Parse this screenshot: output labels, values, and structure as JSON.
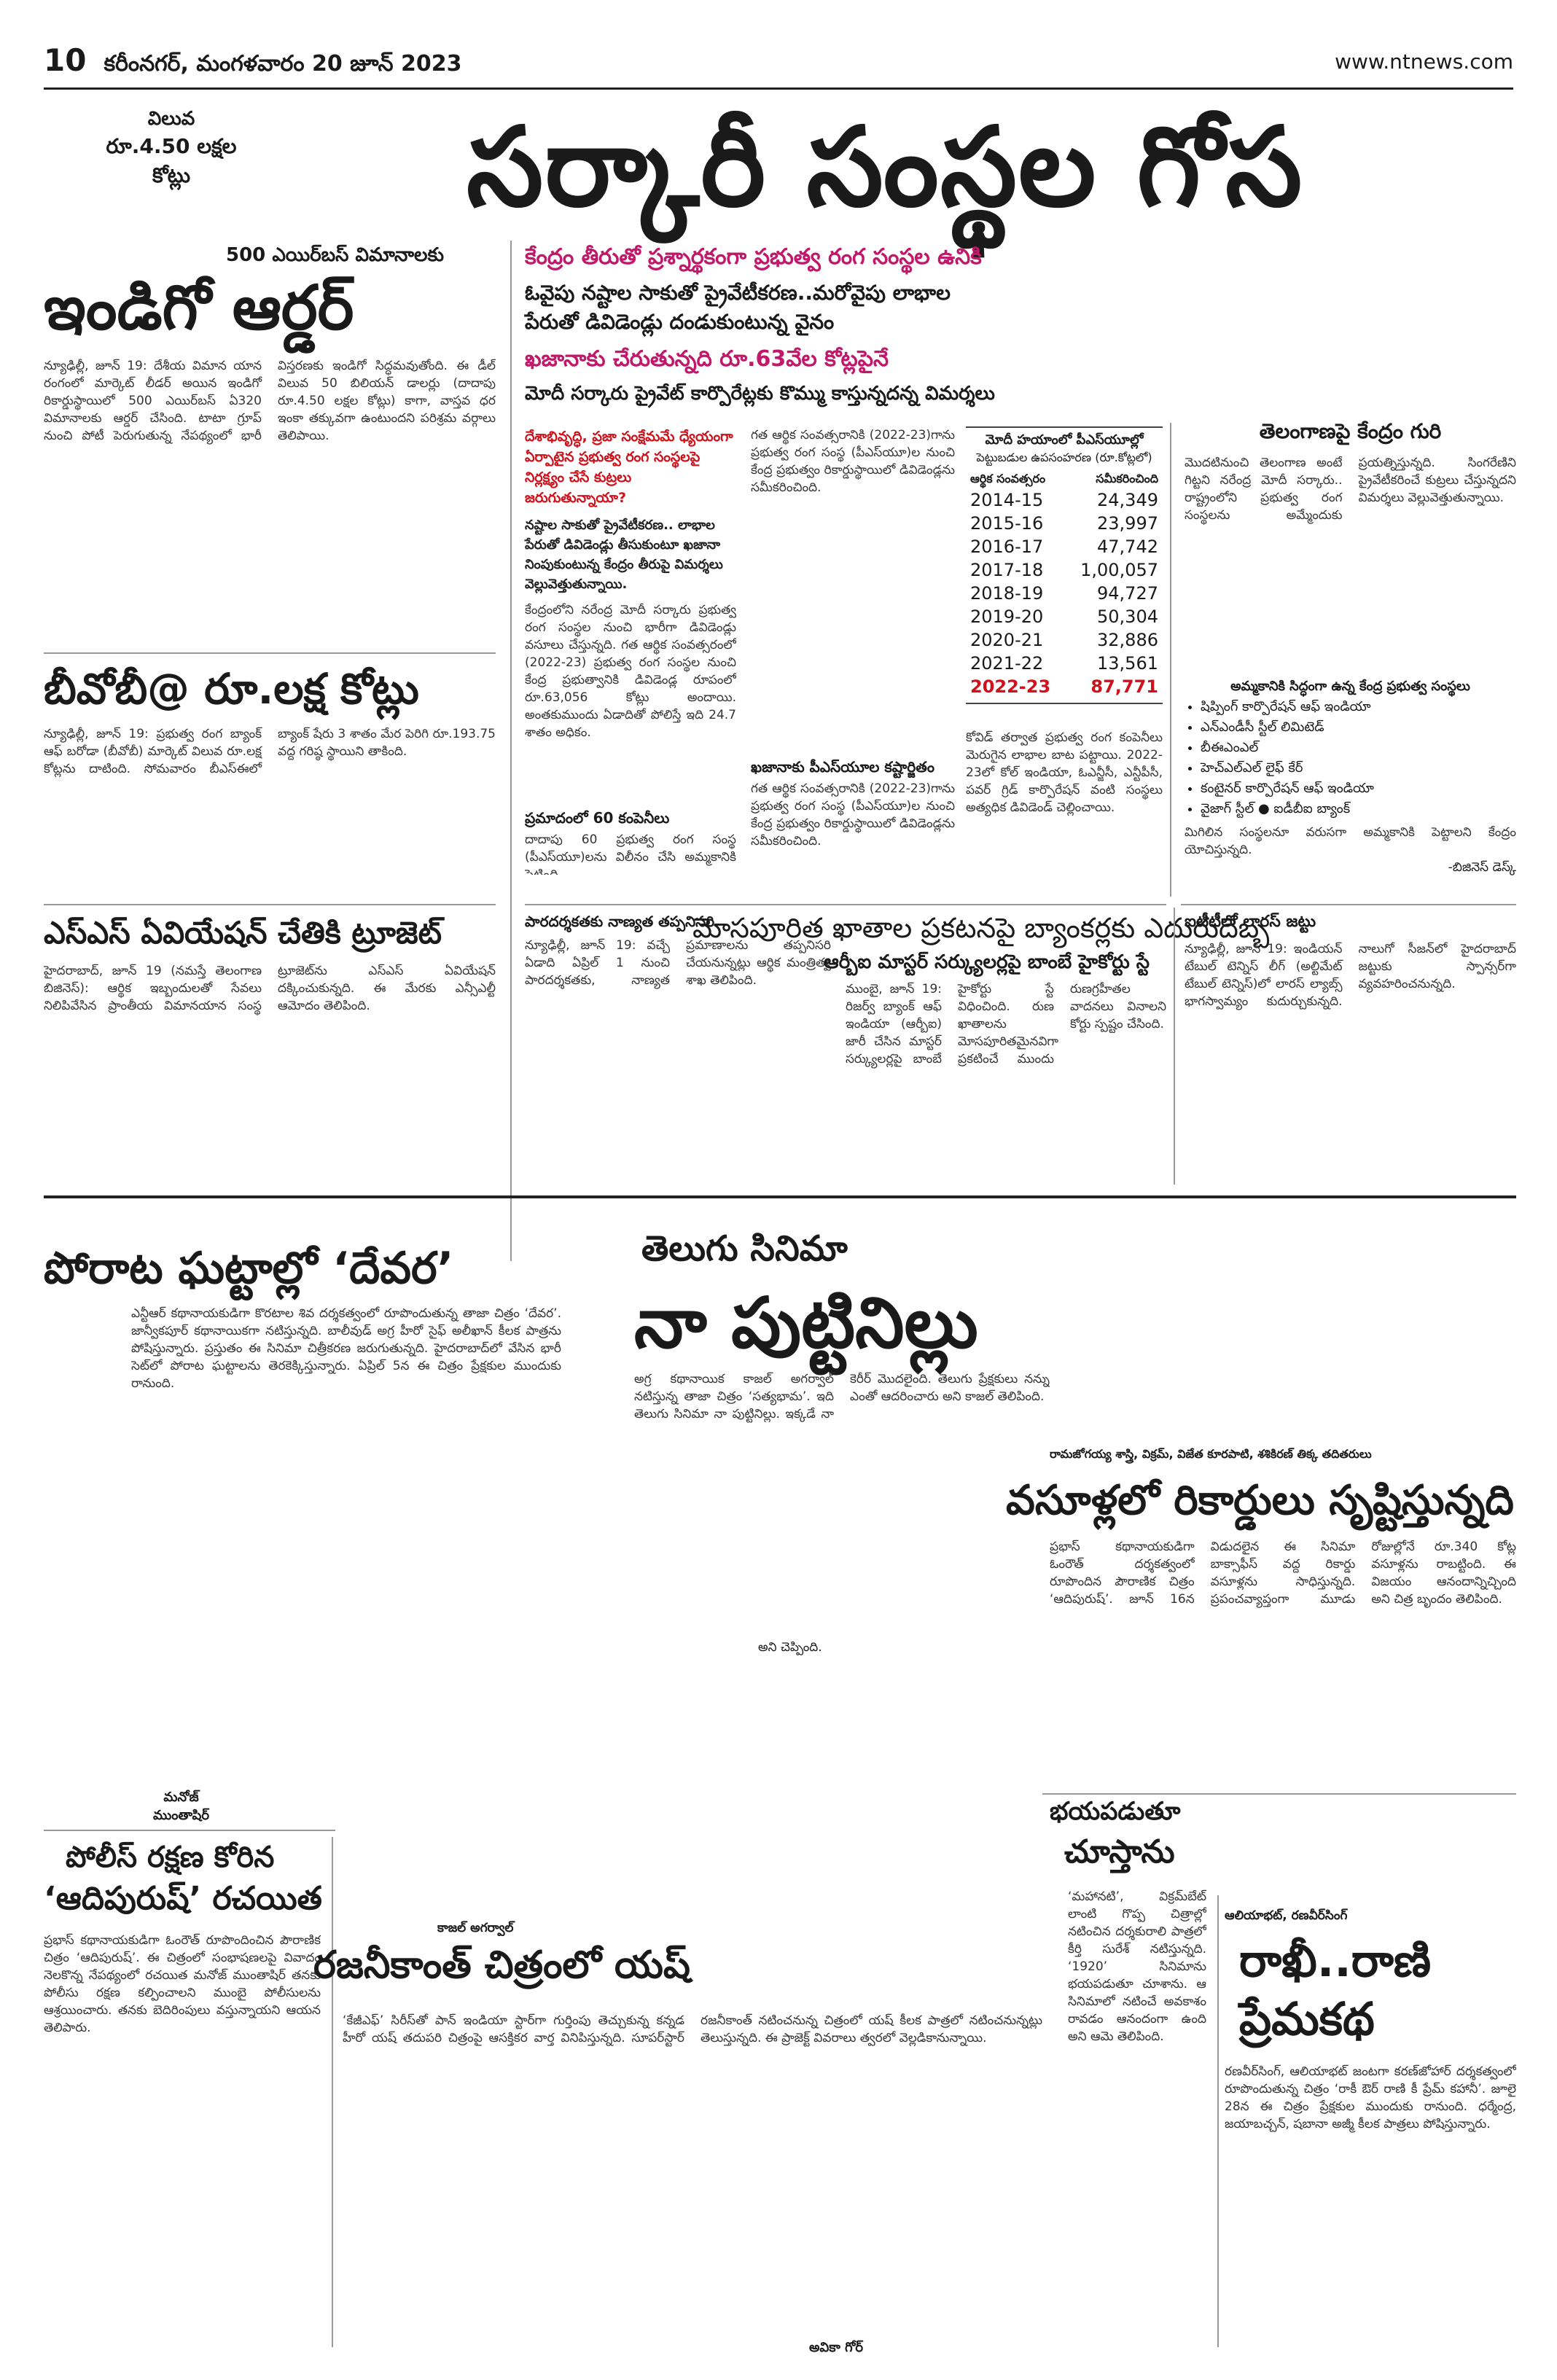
{
  "masthead": {
    "page_no": "10",
    "date_line": "కరీంనగర్, మంగళవారం 20 జూన్ 2023",
    "website": "www.ntnews.com"
  },
  "indigo": {
    "value_label": "విలువ",
    "value_amount": "రూ.4.50 లక్షల కోట్లు",
    "kicker": "500 ఎయిర్‌బస్ విమానాలకు",
    "headline": "ఇండిగో ఆర్డర్",
    "body": "న్యూఢిల్లీ, జూన్ 19: దేశీయ విమాన యాన రంగంలో మార్కెట్ లీడర్ అయిన ఇండిగో రికార్డుస్థాయిలో 500 ఎయిర్‌బస్ ఏ320 విమానాలకు ఆర్డర్ చేసింది. టాటా గ్రూప్ నుంచి పోటీ పెరుగుతున్న నేపథ్యంలో భారీ విస్తరణకు ఇండిగో సిద్ధమవుతోంది. ఈ డీల్‌ విలువ 50 బిలియన్ డాలర్లు (దాదాపు రూ.4.50 లక్షల కోట్లు) కాగా, వాస్తవ ధర ఇంకా తక్కువగా ఉంటుందని పరిశ్రమ వర్గాలు తెలిపాయి."
  },
  "main": {
    "headline": "సర్కారీ సంస్థల గోస",
    "subhead_magenta": "కేంద్రం తీరుతో ప్రశ్నార్థకంగా ప్రభుత్వ రంగ సంస్థల ఉనికి",
    "sub1": "ఓవైపు నష్టాల సాకుతో ప్రైవేటీకరణ..మరోవైపు లాభాల",
    "sub2": "పేరుతో డివిడెండ్లు దండుకుంటున్న వైనం",
    "sub3": "ఖజానాకు చేరుతున్నది రూ.63వేల కోట్లపైనే",
    "sub4": "మోదీ సర్కారు ప్రైవేట్ కార్పొరేట్లకు కొమ్ము కాస్తున్నదన్న విమర్శలు",
    "lead_red": "దేశాభివృద్ధి, ప్రజా సంక్షేమమే ధ్యేయంగా ఏర్పాటైన ప్రభుత్వ రంగ సంస్థలపై నిర్లక్ష్యం చేసే కుట్రలు జరుగుతున్నాయా?",
    "lead_body": "నష్టాల సాకుతో ప్రైవేటీకరణ.. లాభాల పేరుతో డివిడెండ్లు తీసుకుంటూ ఖజానా నింపుకుంటున్న కేంద్రం తీరుపై విమర్శలు వెల్లువెత్తుతున్నాయి.",
    "body": "కేంద్రంలోని నరేంద్ర మోదీ సర్కారు ప్రభుత్వ రంగ సంస్థల నుంచి భారీగా డివిడెండ్లు వసూలు చేస్తున్నది. గత ఆర్థిక సంవత్సరంలో (2022-23) ప్రభుత్వ రంగ సంస్థల నుంచి కేంద్ర ప్రభుత్వానికి డివిడెండ్ల రూపంలో రూ.63,056 కోట్లు అందాయి. అంతకుముందు ఏడాదితో పోలిస్తే ఇది 24.7 శాతం అధికం.",
    "box_60": "ప్రమాదంలో 60 కంపెనీలు",
    "box_60_body": "దాదాపు 60 ప్రభుత్వ రంగ సంస్థ (పీఎస్‌యూ)లను విలీనం చేసి అమ్మకానికి పెట్టింది.",
    "box_bottom": "ఖజానాకు పీఎస్‌యూల కష్టార్జితం",
    "box_bottom_body": "గత ఆర్థిక సంవత్సరానికి (2022-23)గాను ప్రభుత్వ రంగ సంస్థ (పీఎస్‌యూ)ల నుంచి కేంద్ర ప్రభుత్వం రికార్డుస్థాయిలో డివిడెండ్లను సమీకరించింది.",
    "table_title": "మోదీ హయాంలో పీఎస్‌యూల్లో",
    "table_title2": "పెట్టుబడుల ఉపసంహరణ (రూ.కోట్లలో)",
    "col1": "ఆర్థిక సంవత్సరం",
    "col2": "సమీకరించింది",
    "table": [
      {
        "year": "2014-15",
        "value": "24,349"
      },
      {
        "year": "2015-16",
        "value": "23,997"
      },
      {
        "year": "2016-17",
        "value": "47,742"
      },
      {
        "year": "2017-18",
        "value": "1,00,057"
      },
      {
        "year": "2018-19",
        "value": "94,727"
      },
      {
        "year": "2019-20",
        "value": "50,304"
      },
      {
        "year": "2020-21",
        "value": "32,886"
      },
      {
        "year": "2021-22",
        "value": "13,561"
      },
      {
        "year": "2022-23",
        "value": "87,771"
      }
    ],
    "col3_body": "కోవిడ్ తర్వాత ప్రభుత్వ రంగ కంపెనీలు మెరుగైన లాభాల బాట పట్టాయి. 2022-23లో కోల్ ఇండియా, ఓఎన్జీసీ, ఎన్టీపీసీ, పవర్ గ్రిడ్ కార్పొరేషన్ వంటి సంస్థలు అత్యధిక డివిడెండ్ చెల్లించాయి."
  },
  "telangana": {
    "headline": "తెలంగాణపై కేంద్రం గురి",
    "body": "మొదటినుంచి తెలంగాణ అంటే గిట్టని నరేంద్ర మోదీ సర్కారు.. రాష్ట్రంలోని ప్రభుత్వ రంగ సంస్థలను అమ్మేందుకు ప్రయత్నిస్తున్నది. సింగరేణిని ప్రైవేటీకరించే కుట్రలు చేస్తున్నదని విమర్శలు వెల్లువెత్తుతున్నాయి.",
    "list_title": "అమ్మకానికి సిద్ధంగా ఉన్న కేంద్ర ప్రభుత్వ సంస్థలు",
    "list": [
      "షిప్పింగ్ కార్పొరేషన్ ఆఫ్ ఇండియా",
      "ఎన్ఎండీసీ స్టీల్ లిమిటెడ్",
      "బీఈఎంఎల్",
      "హెచ్ఎల్ఎల్ లైఫ్ కేర్",
      "కంటైనర్ కార్పొరేషన్ ఆఫ్ ఇండియా",
      "వైజాగ్ స్టీల్ ● ఐడీబీఐ బ్యాంక్"
    ],
    "tail": "మిగిలిన సంస్థలనూ వరుసగా అమ్మకానికి పెట్టాలని కేంద్రం యోచిస్తున్నది.",
    "byline": "-బిజినెస్ డెస్క్"
  },
  "bob": {
    "headline": "బీవోబీ@ రూ.లక్ష కోట్లు",
    "body": "న్యూఢిల్లీ, జూన్ 19: ప్రభుత్వ రంగ బ్యాంక్ ఆఫ్ బరోడా (బీవోబీ) మార్కెట్ విలువ రూ.లక్ష కోట్లను దాటింది. సోమవారం బీఎస్ఈలో బ్యాంక్ షేరు 3 శాతం మేర పెరిగి రూ.193.75 వద్ద గరిష్ఠ స్థాయిని తాకింది."
  },
  "sns": {
    "headline": "ఎస్ఎస్ ఏవియేషన్ చేతికి ట్రూజెట్",
    "body": "హైదరాబాద్, జూన్ 19 (నమస్తే తెలంగాణ బిజినెస్): ఆర్థిక ఇబ్బందులతో సేవలు నిలిపివేసిన ప్రాంతీయ విమానయాన సంస్థ ట్రూజెట్‌ను ఎస్ఎస్ ఏవియేషన్ దక్కించుకున్నది. ఈ మేరకు ఎన్సీఎల్టీ ఆమోదం తెలిపింది."
  },
  "rbi": {
    "kicker": "పారదర్శకతకు నాణ్యత తప్పనిసరి",
    "body": "న్యూఢిల్లీ, జూన్ 19: వచ్చే ఏడాది ఏప్రిల్ 1 నుంచి పారదర్శకతకు, నాణ్యత ప్రమాణాలను తప్పనిసరి చేయనున్నట్లు ఆర్థిక మంత్రిత్వ శాఖ తెలిపింది.",
    "headline": "మోసపూరిత ఖాతాల ప్రకటనపై బ్యాంకర్లకు ఎదురుదెబ్బ",
    "subhead": "ఆర్బీఐ మాస్టర్ సర్క్యులర్లపై బాంబే హైకోర్టు స్టే",
    "body2": "ముంబై, జూన్ 19: రిజర్వ్ బ్యాంక్ ఆఫ్ ఇండియా (ఆర్బీఐ) జారీ చేసిన మాస్టర్ సర్క్యులర్లపై బాంబే హైకోర్టు స్టే విధించింది. రుణ ఖాతాలను మోసపూరితమైనవిగా ప్రకటించే ముందు రుణగ్రహీతల వాదనలు వినాలని కోర్టు స్పష్టం చేసింది."
  },
  "ipl": {
    "headline": "ఐటీటీలో లారస్ జట్టు",
    "body": "న్యూఢిల్లీ, జూన్ 19: ఇండియన్ టేబుల్ టెన్నిస్ లీగ్ (అల్టిమేట్ టేబుల్ టెన్నిస్)లో లారస్ ల్యాబ్స్ భాగస్వామ్యం కుదుర్చుకున్నది. నాలుగో సీజన్‌లో హైదరాబాద్ జట్టుకు స్పాన్సర్‌గా వ్యవహరించనున్నది."
  },
  "devara": {
    "headline": "పోరాట ఘట్టాల్లో ‘దేవర’",
    "body": "ఎన్టీఆర్ కథానాయకుడిగా కొరటాల శివ దర్శకత్వంలో రూపొందుతున్న తాజా చిత్రం ‘దేవర’. జాన్వీకపూర్ కథానాయికగా నటిస్తున్నది. బాలీవుడ్ అగ్ర హీరో సైఫ్ అలీఖాన్ కీలక పాత్రను పోషిస్తున్నారు. ప్రస్తుతం ఈ సినిమా చిత్రీకరణ జరుగుతున్నది. హైదరాబాద్‌లో వేసిన భారీ సెట్‌లో పోరాట ఘట్టాలను తెరకెక్కిస్తున్నారు. ఏప్రిల్ 5న ఈ చిత్రం ప్రేక్షకుల ముందుకు రానుంది."
  },
  "telugu_cinema": {
    "kicker": "తెలుగు సినిమా",
    "headline": "నా పుట్టినిల్లు",
    "body": "అగ్ర కథానాయిక కాజల్ అగర్వాల్ నటిస్తున్న తాజా చిత్రం ‘సత్యభామ’. ఇది తెలుగు సినిమా నా పుట్టినిల్లు. ఇక్కడే నా కెరీర్ మొదలైంది. తెలుగు ప్రేక్షకులు నన్ను ఎంతో ఆదరించారు అని కాజల్ తెలిపింది.",
    "byline": "అని చెప్పింది."
  },
  "collections": {
    "kicker": "రామజోగయ్య శాస్త్రి, విక్రమ్, విజేత కూరపాటి, శశికిరణ్ తిక్క తదితరులు",
    "headline": "వసూళ్లలో రికార్డులు సృష్టిస్తున్నది",
    "body": "ప్రభాస్ కథానాయకుడిగా ఓంరౌత్ దర్శకత్వంలో రూపొందిన పౌరాణిక చిత్రం ‘ఆదిపురుష్’. జూన్ 16న విడుదలైన ఈ సినిమా బాక్సాఫీస్ వద్ద రికార్డు వసూళ్లను సాధిస్తున్నది. ప్రపంచవ్యాప్తంగా మూడు రోజుల్లోనే రూ.340 కోట్ల వసూళ్లను రాబట్టింది. ఈ విజయం ఆనందాన్నిచ్చింది అని చిత్ర బృందం తెలిపింది."
  },
  "chusthanu": {
    "kicker": "భయపడుతూ",
    "headline": "చూస్తాను",
    "body": "‘మహానటి’, విక్రమ్‌బేట్ లాంటి గొప్ప చిత్రాల్లో నటించిన దర్శకురాలి పాత్రలో కీర్తి సురేశ్ నటిస్తున్నది. ‘1920’ సినిమాను భయపడుతూ చూశాను. ఆ సినిమాలో నటించే అవకాశం రావడం ఆనందంగా ఉంది అని ఆమె తెలిపింది.",
    "byline": "అవికా గోర్"
  },
  "police": {
    "byline1": "మనోజ్",
    "byline2": "ముంతాషిర్",
    "headline1": "పోలీస్ రక్షణ కోరిన",
    "headline2": "‘ఆదిపురుష్’ రచయిత",
    "body": "ప్రభాస్ కథానాయకుడిగా ఓంరౌత్ రూపొందించిన పౌరాణిక చిత్రం ‘ఆదిపురుష్’. ఈ చిత్రంలో సంభాషణలపై వివాదం నెలకొన్న నేపథ్యంలో రచయిత మనోజ్ ముంతాషిర్ తనకు పోలీసు రక్షణ కల్పించాలని ముంబై పోలీసులను ఆశ్రయించారు. తనకు బెదిరింపులు వస్తున్నాయని ఆయన తెలిపారు."
  },
  "yash": {
    "byline": "కాజల్ అగర్వాల్",
    "headline": "రజనీకాంత్ చిత్రంలో యష్",
    "body": "‘కేజీఎఫ్’ సిరీస్‌తో పాన్ ఇండియా స్టార్‌గా గుర్తింపు తెచ్చుకున్న కన్నడ హీరో యష్ తదుపరి చిత్రంపై ఆసక్తికర వార్త వినిపిస్తున్నది. సూపర్‌స్టార్ రజనీకాంత్ నటించనున్న చిత్రంలో యష్ కీలక పాత్రలో నటించనున్నట్లు తెలుస్తున్నది. ఈ ప్రాజెక్ట్ వివరాలు త్వరలో వెల్లడికానున్నాయి."
  },
  "rocky": {
    "byline": "ఆలియాభట్, రణవీర్‌సింగ్",
    "headline1": "రాఖీ..రాణి",
    "headline2": "ప్రేమకథ",
    "body": "రణవీర్‌సింగ్, ఆలియాభట్ జంటగా కరణ్‌జోహార్ దర్శకత్వంలో రూపొందుతున్న చిత్రం ‘రాకీ ఔర్ రాణి కీ ప్రేమ్ కహానీ’. జూలై 28న ఈ చిత్రం ప్రేక్షకుల ముందుకు రానుంది. ధర్మేంద్ర, జయాబచ్చన్, షబానా అజ్మీ కీలక పాత్రలు పోషిస్తున్నారు."
  }
}
